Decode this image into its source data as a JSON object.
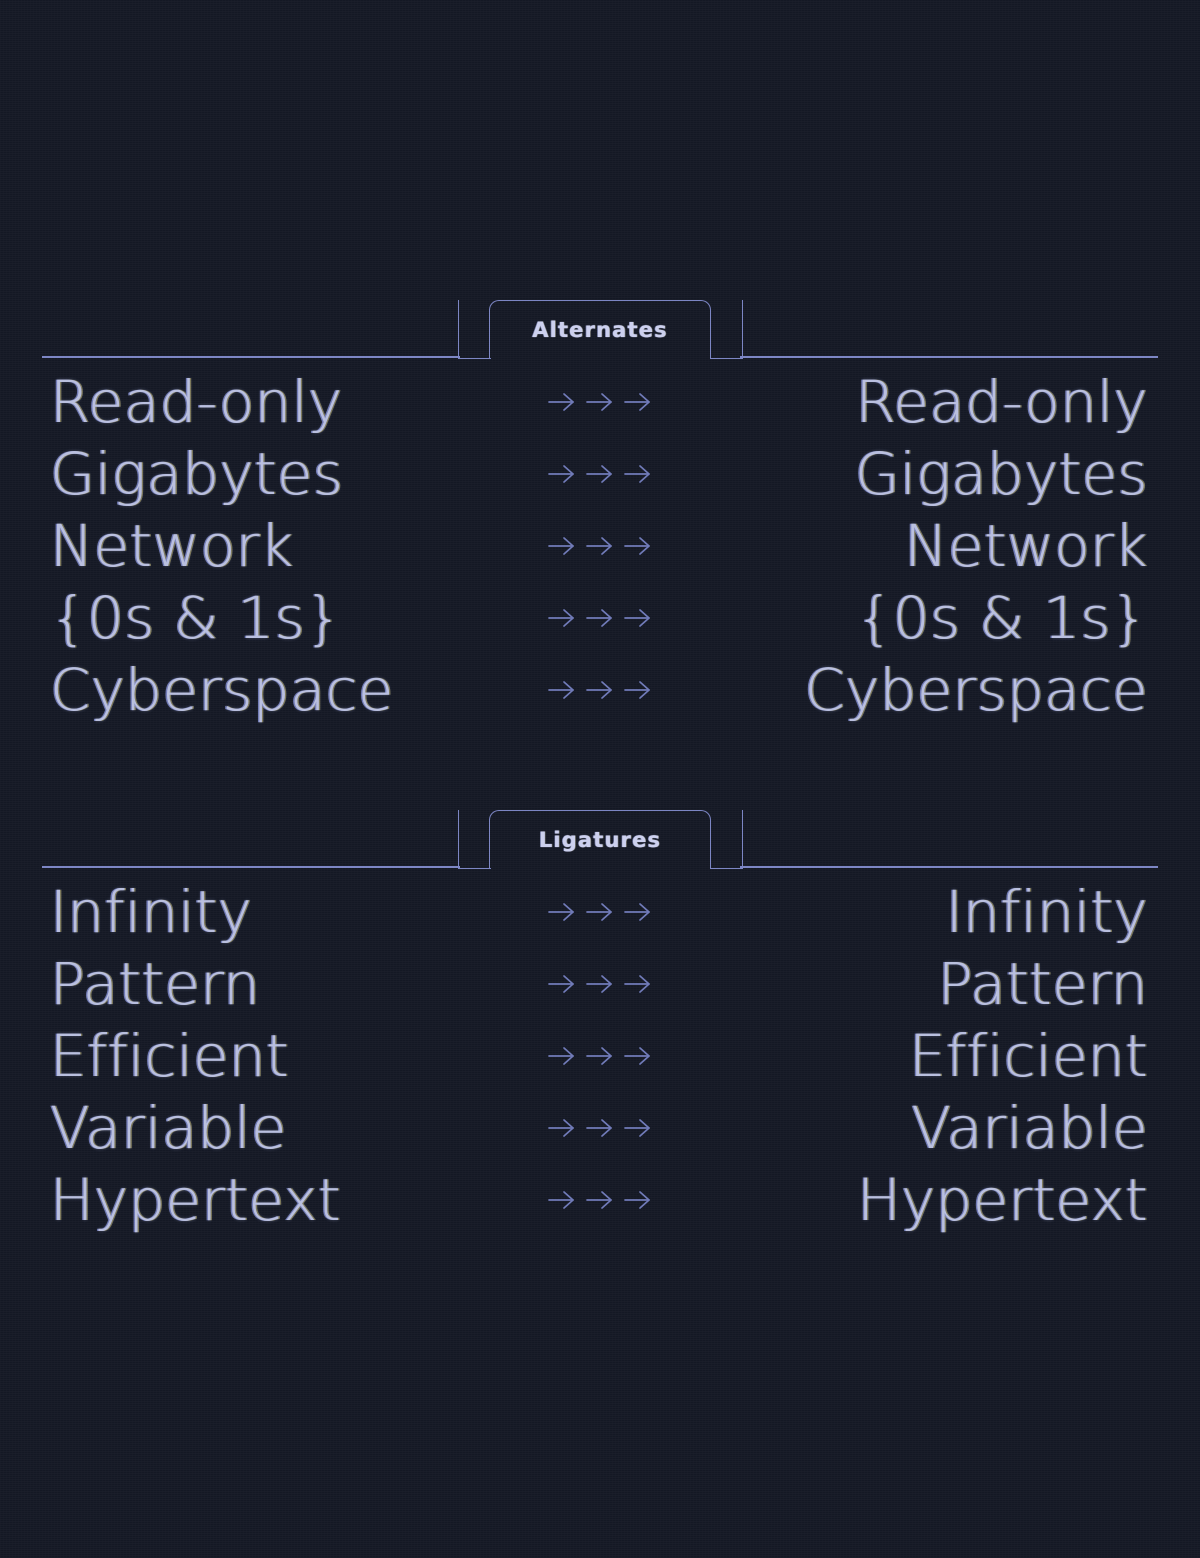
{
  "canvas": {
    "background_color": "#141824",
    "text_color": "#b9bfdf",
    "accent_color": "#7b85c4",
    "highlight_color": "#e8eaf6"
  },
  "sections": [
    {
      "id": "alternates",
      "label": "Alternates",
      "rows": [
        {
          "before": "Read-only",
          "arrow": "arrow-right-icon",
          "after": "Read-only"
        },
        {
          "before": "Gigabytes",
          "arrow": "arrow-right-icon",
          "after": "Gigabytes"
        },
        {
          "before": "Network",
          "arrow": "arrow-right-icon",
          "after": "Network"
        },
        {
          "before": "{0s & 1s}",
          "arrow": "arrow-right-icon",
          "after": "{0s & 1s}"
        },
        {
          "before": "Cyberspace",
          "arrow": "arrow-right-icon",
          "after": "Cyberspace"
        }
      ]
    },
    {
      "id": "ligatures",
      "label": "Ligatures",
      "rows": [
        {
          "before": "Infinity",
          "arrow": "arrow-right-icon",
          "after": "Infinity"
        },
        {
          "before": "Pattern",
          "arrow": "arrow-right-icon",
          "after": "Pattern"
        },
        {
          "before": "Efficient",
          "arrow": "arrow-right-icon",
          "after": "Efficient"
        },
        {
          "before": "Variable",
          "arrow": "arrow-right-icon",
          "after": "Variable"
        },
        {
          "before": "Hypertext",
          "arrow": "arrow-right-icon",
          "after": "Hypertext"
        }
      ]
    }
  ],
  "arrows_per_row": 3
}
